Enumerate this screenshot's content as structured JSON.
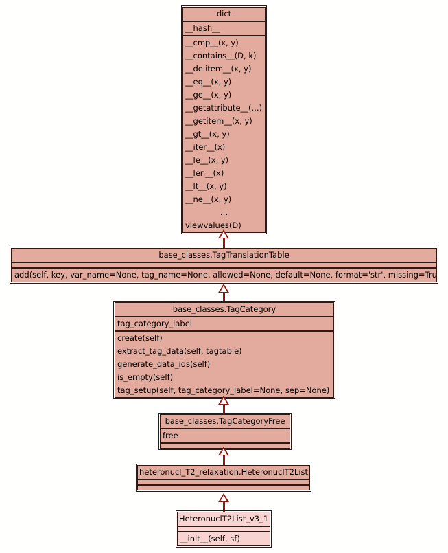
{
  "diagram": {
    "title": "UML class inheritance diagram",
    "background_color": "#fffffd",
    "box_fill_color": "#e3ab9d",
    "leaf_box_fill_color": "#f8d3d0",
    "border_color": "#2b1a16",
    "connector_color": "#8b1a12",
    "relationship": "generalization"
  },
  "classes": [
    {
      "name": "dict",
      "attributes": [
        "__hash__"
      ],
      "methods": [
        "__cmp__(x, y)",
        "__contains__(D, k)",
        "__delitem__(x, y)",
        "__eq__(x, y)",
        "__ge__(x, y)",
        "__getattribute__(...)",
        "__getitem__(x, y)",
        "__gt__(x, y)",
        "__iter__(x)",
        "__le__(x, y)",
        "__len__(x)",
        "__lt__(x, y)",
        "__ne__(x, y)",
        "…",
        "viewvalues(D)"
      ]
    },
    {
      "name": "base_classes.TagTranslationTable",
      "attributes": [],
      "methods": [
        "add(self, key, var_name=None, tag_name=None, allowed=None, default=None, format='str', missing=True)"
      ]
    },
    {
      "name": "base_classes.TagCategory",
      "attributes": [
        "tag_category_label"
      ],
      "methods": [
        "create(self)",
        "extract_tag_data(self, tagtable)",
        "generate_data_ids(self)",
        "is_empty(self)",
        "tag_setup(self, tag_category_label=None, sep=None)"
      ]
    },
    {
      "name": "base_classes.TagCategoryFree",
      "attributes": [
        "free"
      ],
      "methods": []
    },
    {
      "name": "heteronucl_T2_relaxation.HeteronuclT2List",
      "attributes": [],
      "methods": []
    },
    {
      "name": "HeteronuclT2List_v3_1",
      "attributes": [],
      "methods": [
        "__init__(self, sf)"
      ]
    }
  ]
}
